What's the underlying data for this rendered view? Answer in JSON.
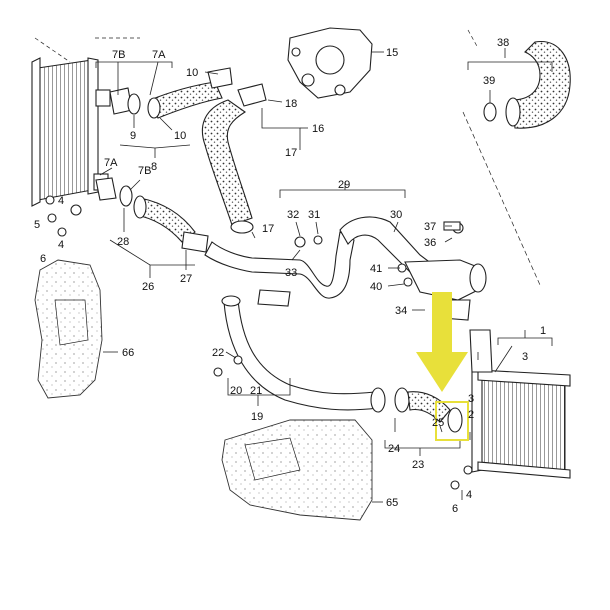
{
  "diagram": {
    "highlight_color": "#e8e03a",
    "callouts": [
      {
        "id": "c7B_top",
        "text": "7B"
      },
      {
        "id": "c7A_top",
        "text": "7A"
      },
      {
        "id": "c10a",
        "text": "10"
      },
      {
        "id": "c9",
        "text": "9"
      },
      {
        "id": "c10b",
        "text": "10"
      },
      {
        "id": "c8",
        "text": "8"
      },
      {
        "id": "c15",
        "text": "15"
      },
      {
        "id": "c18",
        "text": "18"
      },
      {
        "id": "c16",
        "text": "16"
      },
      {
        "id": "c17a",
        "text": "17"
      },
      {
        "id": "c38",
        "text": "38"
      },
      {
        "id": "c39",
        "text": "39"
      },
      {
        "id": "c7B_mid",
        "text": "7B"
      },
      {
        "id": "c7A_mid",
        "text": "7A"
      },
      {
        "id": "c4a",
        "text": "4"
      },
      {
        "id": "c5",
        "text": "5"
      },
      {
        "id": "c4b",
        "text": "4"
      },
      {
        "id": "c6a",
        "text": "6"
      },
      {
        "id": "c28",
        "text": "28"
      },
      {
        "id": "c26",
        "text": "26"
      },
      {
        "id": "c27",
        "text": "27"
      },
      {
        "id": "c17b",
        "text": "17"
      },
      {
        "id": "c29",
        "text": "29"
      },
      {
        "id": "c32",
        "text": "32"
      },
      {
        "id": "c31",
        "text": "31"
      },
      {
        "id": "c30",
        "text": "30"
      },
      {
        "id": "c33",
        "text": "33"
      },
      {
        "id": "c37",
        "text": "37"
      },
      {
        "id": "c36",
        "text": "36"
      },
      {
        "id": "c41",
        "text": "41"
      },
      {
        "id": "c40",
        "text": "40"
      },
      {
        "id": "c34",
        "text": "34"
      },
      {
        "id": "c66",
        "text": "66"
      },
      {
        "id": "c22",
        "text": "22"
      },
      {
        "id": "c20",
        "text": "20"
      },
      {
        "id": "c21",
        "text": "21"
      },
      {
        "id": "c19",
        "text": "19"
      },
      {
        "id": "c1",
        "text": "1"
      },
      {
        "id": "c3a",
        "text": "3"
      },
      {
        "id": "c3b",
        "text": "3"
      },
      {
        "id": "c2",
        "text": "2"
      },
      {
        "id": "c24",
        "text": "24"
      },
      {
        "id": "c25",
        "text": "25"
      },
      {
        "id": "c23",
        "text": "23"
      },
      {
        "id": "c4c",
        "text": "4"
      },
      {
        "id": "c6b",
        "text": "6"
      },
      {
        "id": "c65",
        "text": "65"
      }
    ]
  }
}
